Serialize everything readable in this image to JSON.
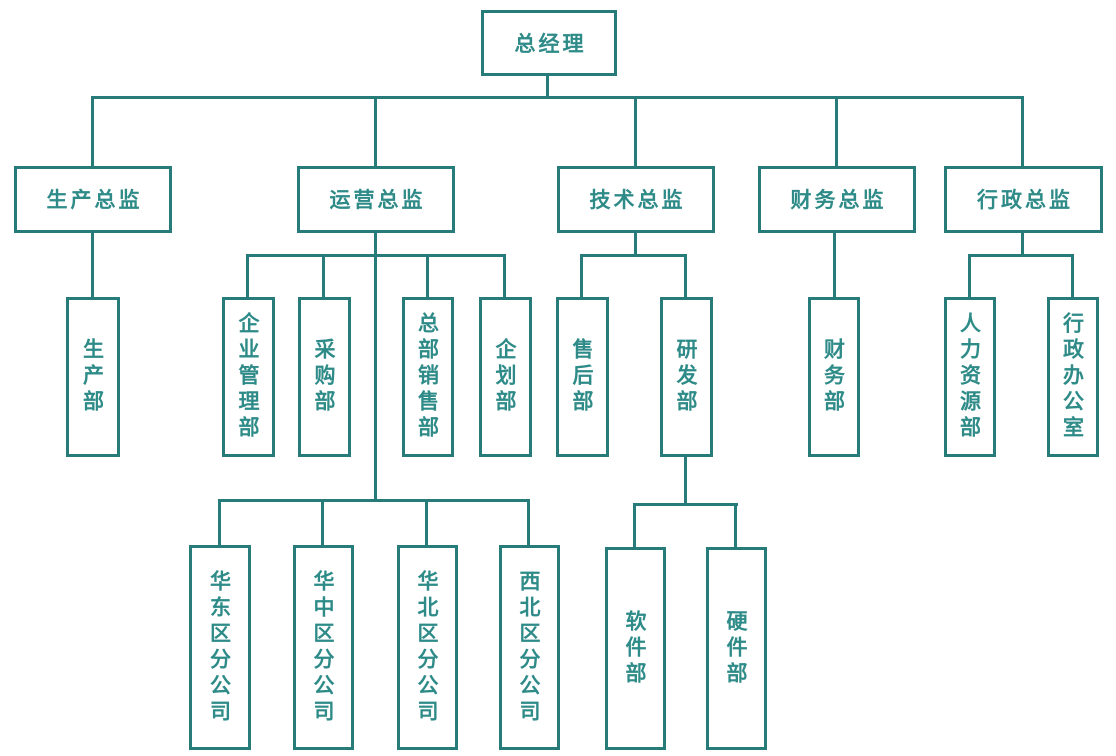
{
  "diagram": "organization-chart",
  "colors": {
    "line": "#277c7a",
    "text": "#2e8b88",
    "background": "#ffffff"
  },
  "nodes": {
    "general-manager": {
      "label": "总经理",
      "level": 1
    },
    "production-director": {
      "label": "生产总监",
      "level": 2
    },
    "operations-director": {
      "label": "运营总监",
      "level": 2
    },
    "technical-director": {
      "label": "技术总监",
      "level": 2
    },
    "finance-director": {
      "label": "财务总监",
      "level": 2
    },
    "admin-director": {
      "label": "行政总监",
      "level": 2
    },
    "production-dept": {
      "label": "生产部",
      "level": 3
    },
    "enterprise-management-dept": {
      "label": "企业管理部",
      "level": 3
    },
    "purchasing-dept": {
      "label": "采购部",
      "level": 3
    },
    "hq-sales-dept": {
      "label": "总部销售部",
      "level": 3
    },
    "planning-dept": {
      "label": "企划部",
      "level": 3
    },
    "after-sales-dept": {
      "label": "售后部",
      "level": 3
    },
    "rd-dept": {
      "label": "研发部",
      "level": 3
    },
    "finance-dept": {
      "label": "财务部",
      "level": 3
    },
    "hr-dept": {
      "label": "人力资源部",
      "level": 3
    },
    "admin-office": {
      "label": "行政办公室",
      "level": 3
    },
    "east-china-branch": {
      "label": "华东区分公司",
      "level": 4
    },
    "central-china-branch": {
      "label": "华中区分公司",
      "level": 4
    },
    "north-china-branch": {
      "label": "华北区分公司",
      "level": 4
    },
    "northwest-branch": {
      "label": "西北区分公司",
      "level": 4
    },
    "software-dept": {
      "label": "软件部",
      "level": 4
    },
    "hardware-dept": {
      "label": "硬件部",
      "level": 4
    }
  },
  "hierarchy": {
    "general-manager": [
      "production-director",
      "operations-director",
      "technical-director",
      "finance-director",
      "admin-director"
    ],
    "production-director": [
      "production-dept"
    ],
    "operations-director": [
      "enterprise-management-dept",
      "purchasing-dept",
      "hq-sales-dept",
      "planning-dept",
      "east-china-branch",
      "central-china-branch",
      "north-china-branch",
      "northwest-branch"
    ],
    "technical-director": [
      "after-sales-dept",
      "rd-dept"
    ],
    "finance-director": [
      "finance-dept"
    ],
    "admin-director": [
      "hr-dept",
      "admin-office"
    ],
    "rd-dept": [
      "software-dept",
      "hardware-dept"
    ]
  }
}
